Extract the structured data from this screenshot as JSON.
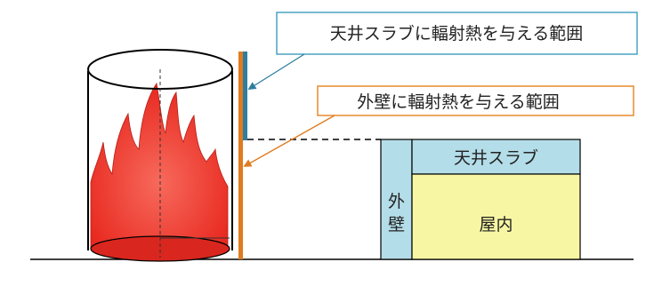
{
  "callouts": {
    "ceiling_range": "天井スラブに輻射熱を与える範囲",
    "wall_range": "外壁に輻射熱を与える範囲"
  },
  "building": {
    "outer_wall": "外壁",
    "ceiling_slab": "天井スラブ",
    "indoor": "屋内"
  },
  "colors": {
    "flame": "#f03a33",
    "flame_dark": "#c01f1a",
    "wall_range_bar": "#e07b1f",
    "ceiling_range_bar": "#2e7e9e",
    "callout_ceiling_border": "#4aa3c2",
    "callout_wall_border": "#e88a2e",
    "outer_wall_fill": "#b3dde8",
    "ceiling_fill": "#b3dde8",
    "indoor_fill": "#f7f7a3"
  }
}
